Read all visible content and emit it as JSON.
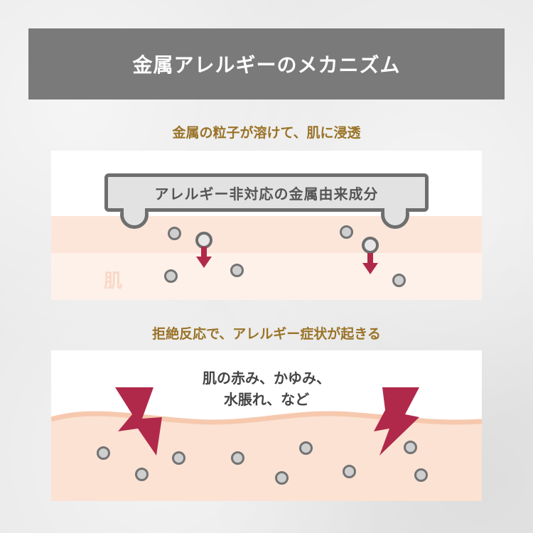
{
  "title": "金属アレルギーのメカニズム",
  "step1": {
    "heading": "金属の粒子が溶けて、肌に浸透",
    "metal_label": "アレルギー非対応の金属由来成分",
    "skin_label": "肌"
  },
  "step2": {
    "heading": "拒絶反応で、アレルギー症状が起きる",
    "symptom_line1": "肌の赤み、かゆみ、",
    "symptom_line2": "水脹れ、など"
  },
  "colors": {
    "title_bg": "#7a7a7a",
    "heading_text": "#9a7328",
    "skin": "#fce6da",
    "arrow": "#b0294b",
    "bolt": "#b0294b",
    "particle_border": "#737373"
  }
}
